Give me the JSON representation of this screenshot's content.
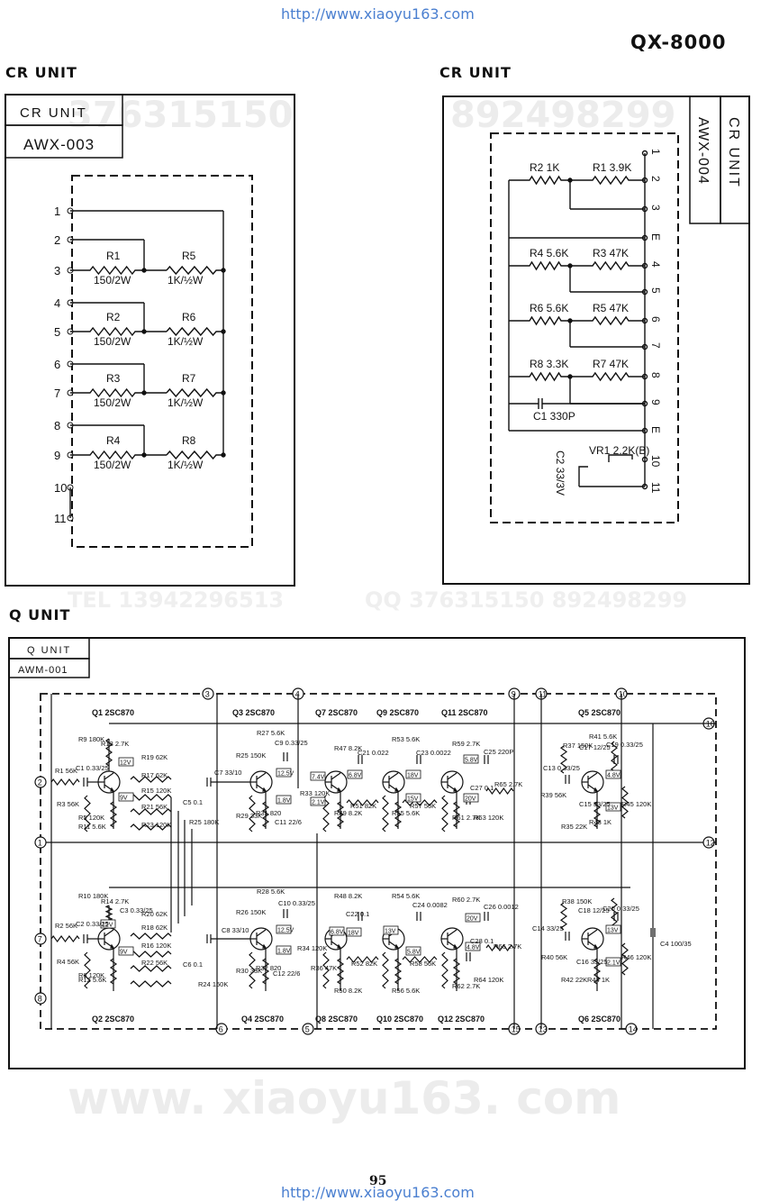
{
  "header": {
    "url_top": "http://www.xiaoyu163.com",
    "model": "QX-8000"
  },
  "footer": {
    "page_number": "95",
    "url_bottom": "http://www.xiaoyu163.com"
  },
  "watermarks": {
    "qq_top": "376315150",
    "qq2_top": "892498299",
    "tel_mid": "TEL 13942296513",
    "qq_mid": "QQ 376315150 892498299",
    "site": "www. xiaoyu163. com"
  },
  "cr_left": {
    "section_title": "CR UNIT",
    "box_title": "CR UNIT",
    "box_model": "AWX-003",
    "pins": [
      "1",
      "2",
      "3",
      "4",
      "5",
      "6",
      "7",
      "8",
      "9",
      "10",
      "11"
    ],
    "r_a": [
      {
        "name": "R1",
        "val": "150/2W"
      },
      {
        "name": "R2",
        "val": "150/2W"
      },
      {
        "name": "R3",
        "val": "150/2W"
      },
      {
        "name": "R4",
        "val": "150/2W"
      }
    ],
    "r_b": [
      {
        "name": "R5",
        "val": "1K/½W"
      },
      {
        "name": "R6",
        "val": "1K/½W"
      },
      {
        "name": "R7",
        "val": "1K/½W"
      },
      {
        "name": "R8",
        "val": "1K/½W"
      }
    ]
  },
  "cr_right": {
    "section_title": "CR UNIT",
    "box_title": "CR UNIT",
    "box_model": "AWX-004",
    "pins": [
      "1",
      "2",
      "3",
      "E",
      "4",
      "5",
      "6",
      "7",
      "8",
      "9",
      "E",
      "10",
      "11"
    ],
    "left_res": [
      {
        "name": "R2",
        "val": "1K"
      },
      {
        "name": "R4",
        "val": "5.6K"
      },
      {
        "name": "R6",
        "val": "5.6K"
      },
      {
        "name": "R8",
        "val": "3.3K"
      }
    ],
    "right_res": [
      {
        "name": "R1",
        "val": "3.9K"
      },
      {
        "name": "R3",
        "val": "47K"
      },
      {
        "name": "R5",
        "val": "47K"
      },
      {
        "name": "R7",
        "val": "47K"
      }
    ],
    "cap": {
      "name": "C1",
      "val": "330P"
    },
    "vr": {
      "name": "VR1",
      "val": "2.2K(B)"
    },
    "cap2": {
      "name": "C2",
      "val": "33/3V"
    }
  },
  "q_unit": {
    "section_title": "Q UNIT",
    "box_title": "Q UNIT",
    "box_model": "AWM-001",
    "top_transistors": [
      "Q1 2SC870",
      "Q3 2SC870",
      "Q7 2SC870",
      "Q9 2SC870",
      "Q11 2SC870",
      "Q5 2SC870"
    ],
    "bottom_transistors": [
      "Q2 2SC870",
      "Q4 2SC870",
      "Q8 2SC870",
      "Q10 2SC870",
      "Q12 2SC870",
      "Q6 2SC870"
    ],
    "top_nodes": [
      "3",
      "4",
      "9",
      "11",
      "10"
    ],
    "bottom_nodes": [
      "6",
      "5",
      "15",
      "13",
      "14"
    ],
    "left_nodes": [
      "2",
      "1",
      "7",
      "8"
    ],
    "right_nodes": [
      "16",
      "12"
    ],
    "volt_top": [
      "12V",
      "9V",
      "12.5V",
      "1.8V",
      "7.4V",
      "6.8V",
      "18V",
      "15V",
      "5.8V",
      "20V",
      "4.8V",
      "13V",
      "2.1V"
    ],
    "volt_bot": [
      "12V",
      "9V",
      "12.5V",
      "1.8V",
      "6.8V",
      "18V",
      "13V",
      "5.8V",
      "20V",
      "4.8V",
      "13V",
      "2.1V"
    ],
    "labels_top": [
      {
        "t": "R1 56K"
      },
      {
        "t": "C1 0.33/25"
      },
      {
        "t": "R3 56K"
      },
      {
        "t": "R5 120K"
      },
      {
        "t": "R9 180K"
      },
      {
        "t": "R11 5.6K"
      },
      {
        "t": "R13 2.7K"
      },
      {
        "t": "R19 62K"
      },
      {
        "t": "R17 62K"
      },
      {
        "t": "R15 120K"
      },
      {
        "t": "R21 56K"
      },
      {
        "t": "R23 120K"
      },
      {
        "t": "C5 0.1"
      },
      {
        "t": "R25 180K"
      },
      {
        "t": "C7 33/10"
      },
      {
        "t": "R25 150K"
      },
      {
        "t": "C9 0.33/25"
      },
      {
        "t": "R27 5.6K"
      },
      {
        "t": "R29 33K"
      },
      {
        "t": "R31 820"
      },
      {
        "t": "C11 22/6"
      },
      {
        "t": "R33 120K"
      },
      {
        "t": "R47 8.2K"
      },
      {
        "t": "R49 8.2K"
      },
      {
        "t": "C21 0.022"
      },
      {
        "t": "R51 82K"
      },
      {
        "t": "R53 5.6K"
      },
      {
        "t": "R55 5.6K"
      },
      {
        "t": "C23 0.0022"
      },
      {
        "t": "R57 56K"
      },
      {
        "t": "R59 2.7K"
      },
      {
        "t": "R61 2.7K"
      },
      {
        "t": "C25 220P"
      },
      {
        "t": "C27 0.1"
      },
      {
        "t": "R63 120K"
      },
      {
        "t": "R65 2.7K"
      },
      {
        "t": "R37 150K"
      },
      {
        "t": "C13 0.33/25"
      },
      {
        "t": "C17 12/25"
      },
      {
        "t": "R41 5.6K"
      },
      {
        "t": "C19 0.33/25"
      },
      {
        "t": "R39 56K"
      },
      {
        "t": "C15 33/25"
      },
      {
        "t": "R35 22K"
      },
      {
        "t": "R43 1K"
      },
      {
        "t": "R45 120K"
      }
    ],
    "labels_bot": [
      {
        "t": "R2 56K"
      },
      {
        "t": "C2 0.33/25"
      },
      {
        "t": "R4 56K"
      },
      {
        "t": "R6 120K"
      },
      {
        "t": "R10 180K"
      },
      {
        "t": "R12 5.6K"
      },
      {
        "t": "R14 2.7K"
      },
      {
        "t": "C3 0.33/25"
      },
      {
        "t": "R20 62K"
      },
      {
        "t": "R18 62K"
      },
      {
        "t": "R16 120K"
      },
      {
        "t": "R22 56K"
      },
      {
        "t": "C6 0.1"
      },
      {
        "t": "R24 150K"
      },
      {
        "t": "C8 33/10"
      },
      {
        "t": "R26 150K"
      },
      {
        "t": "C10 0.33/25"
      },
      {
        "t": "R28 5.6K"
      },
      {
        "t": "R30 33K"
      },
      {
        "t": "R32 820"
      },
      {
        "t": "C12 22/6"
      },
      {
        "t": "R34 120K"
      },
      {
        "t": "R48 8.2K"
      },
      {
        "t": "R50 8.2K"
      },
      {
        "t": "C22 0.1"
      },
      {
        "t": "R52 82K"
      },
      {
        "t": "R36 47K"
      },
      {
        "t": "R54 5.6K"
      },
      {
        "t": "R56 5.6K"
      },
      {
        "t": "C24 0.0082"
      },
      {
        "t": "R58 56K"
      },
      {
        "t": "R60 2.7K"
      },
      {
        "t": "R62 2.7K"
      },
      {
        "t": "C26 0.0012"
      },
      {
        "t": "C28 0.1"
      },
      {
        "t": "R64 120K"
      },
      {
        "t": "R66 2.7K"
      },
      {
        "t": "R38 150K"
      },
      {
        "t": "C14 33/25"
      },
      {
        "t": "C18 12/25"
      },
      {
        "t": "C20 0.33/25"
      },
      {
        "t": "R40 56K"
      },
      {
        "t": "C16 33/25"
      },
      {
        "t": "R42 22K"
      },
      {
        "t": "R44 1K"
      },
      {
        "t": "R46 120K"
      },
      {
        "t": "C4 100/35"
      }
    ]
  }
}
